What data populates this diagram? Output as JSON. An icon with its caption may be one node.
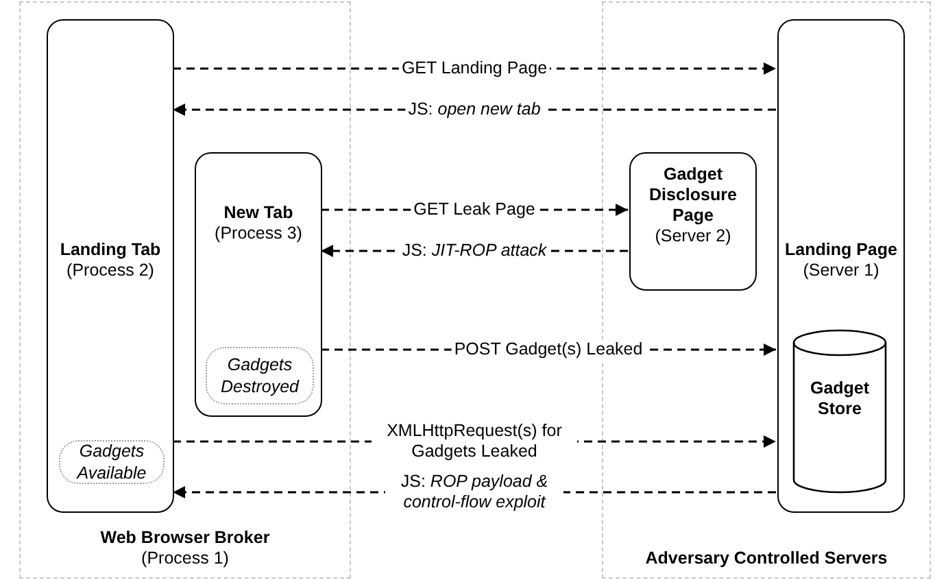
{
  "diagram": {
    "nodes": [
      {
        "text": [
          "Web Browser Broker",
          "(Process 1)"
        ]
      },
      {
        "text": [
          "Landing Tab",
          "(Process 2)"
        ],
        "in": 0
      },
      {
        "text": [
          "Gadgets Available"
        ],
        "in": 1
      },
      {
        "text": [
          "New Tab",
          "(Process 3)"
        ],
        "in": 0
      },
      {
        "text": [
          "Gadgets Destroyed"
        ],
        "in": 3
      },
      {
        "text": [
          "Adversary Controlled Servers"
        ]
      },
      {
        "text": [
          "Gadget Disclosure Page",
          "(Server 2)"
        ],
        "in": 5
      },
      {
        "text": [
          "Landing Page",
          "(Server 1)"
        ],
        "in": 5
      },
      {
        "text": [
          "Gadget Store"
        ],
        "in": 7
      }
    ],
    "edges": [
      {
        "from": 1,
        "to": 7,
        "arrow": "to",
        "label": "GET Landing Page"
      },
      {
        "from": 7,
        "to": 1,
        "arrow": "to",
        "label": "JS: *open new tab*"
      },
      {
        "from": 3,
        "to": 6,
        "arrow": "to",
        "label": "GET Leak Page"
      },
      {
        "from": 6,
        "to": 3,
        "arrow": "to",
        "label": "JS: *JIT-ROP attack*"
      },
      {
        "from": 3,
        "to": 7,
        "arrow": "to",
        "label": "POST Gadget(s) Leaked"
      },
      {
        "from": 1,
        "to": 7,
        "arrow": "to",
        "label": "XMLHttpRequest(s) for Gadgets Leaked"
      },
      {
        "from": 7,
        "to": 1,
        "arrow": "to",
        "label": "JS: *ROP payload & control-flow exploit*"
      }
    ]
  }
}
